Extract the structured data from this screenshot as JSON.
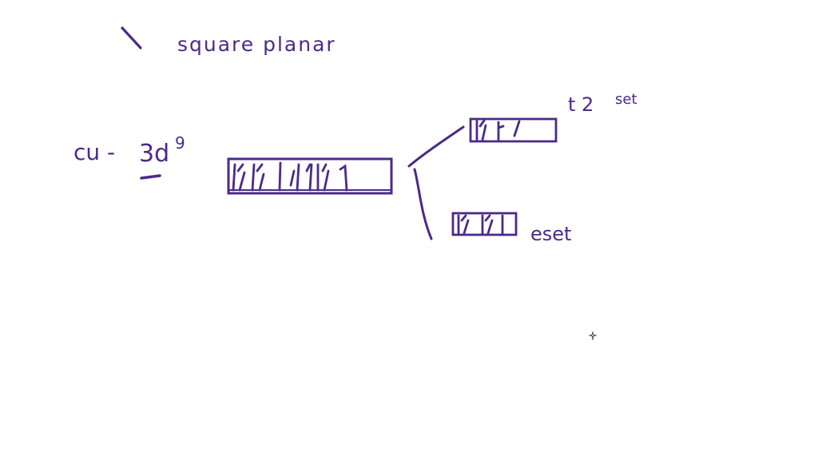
{
  "ink_color": "#4b2a8a",
  "title_text": "square planar",
  "ion_label": "cu -",
  "config": {
    "base": "3d",
    "superscript": "9"
  },
  "upper_set_label": {
    "base": "t 2",
    "superscript": "set"
  },
  "lower_set_label": "eset",
  "upper_box_electrons": "⇅ ↾ ↾",
  "lower_box_electrons": "⇅ ⇅"
}
